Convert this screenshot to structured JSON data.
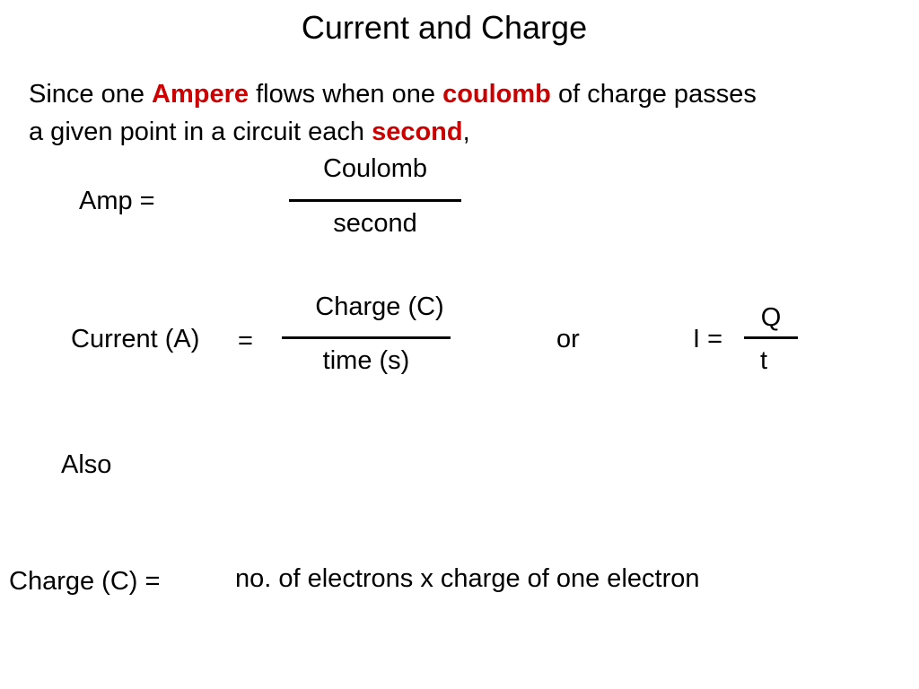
{
  "title": "Current and Charge",
  "intro": {
    "line1_a": "Since one ",
    "word_ampere": "Ampere",
    "line1_b": " flows when one ",
    "word_coulomb": "coulomb",
    "line1_c": " of charge passes",
    "line2_a": "a given point in a circuit each ",
    "word_second": "second",
    "line2_b": ","
  },
  "eq_amp": {
    "lhs": "Amp  =",
    "numerator": "Coulomb",
    "denominator": "second"
  },
  "eq_current": {
    "lhs": "Current (A)",
    "equals": "=",
    "numerator": "Charge (C)",
    "denominator": "time (s)",
    "or": "or",
    "short_lhs": "I =",
    "short_numerator": "Q",
    "short_denominator": "t"
  },
  "also": "Also",
  "eq_charge": {
    "lhs": "Charge (C) =",
    "rhs": "no. of electrons x charge of one electron"
  },
  "colors": {
    "highlight": "#cc0000",
    "text": "#000000",
    "background": "#ffffff"
  }
}
